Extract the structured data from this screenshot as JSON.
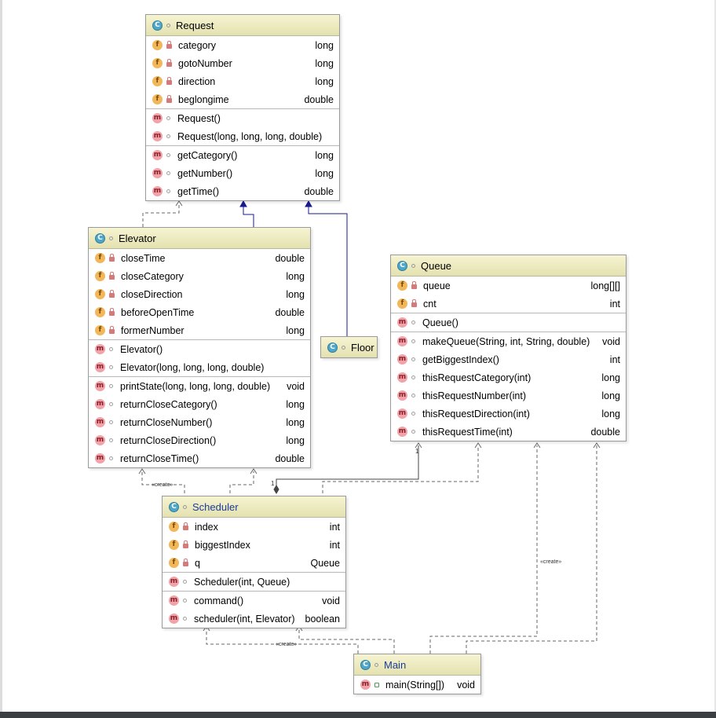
{
  "classes": {
    "request": {
      "name": "Request",
      "fields": [
        {
          "name": "category",
          "type": "long"
        },
        {
          "name": "gotoNumber",
          "type": "long"
        },
        {
          "name": "direction",
          "type": "long"
        },
        {
          "name": "beglongime",
          "type": "double"
        }
      ],
      "constructors": [
        {
          "name": "Request()",
          "type": ""
        },
        {
          "name": "Request(long, long, long, double)",
          "type": ""
        }
      ],
      "methods": [
        {
          "name": "getCategory()",
          "type": "long"
        },
        {
          "name": "getNumber()",
          "type": "long"
        },
        {
          "name": "getTime()",
          "type": "double"
        }
      ]
    },
    "elevator": {
      "name": "Elevator",
      "fields": [
        {
          "name": "closeTime",
          "type": "double"
        },
        {
          "name": "closeCategory",
          "type": "long"
        },
        {
          "name": "closeDirection",
          "type": "long"
        },
        {
          "name": "beforeOpenTime",
          "type": "double"
        },
        {
          "name": "formerNumber",
          "type": "long"
        }
      ],
      "constructors": [
        {
          "name": "Elevator()",
          "type": ""
        },
        {
          "name": "Elevator(long, long, long, double)",
          "type": ""
        }
      ],
      "methods": [
        {
          "name": "printState(long, long, long, double)",
          "type": "void"
        },
        {
          "name": "returnCloseCategory()",
          "type": "long"
        },
        {
          "name": "returnCloseNumber()",
          "type": "long"
        },
        {
          "name": "returnCloseDirection()",
          "type": "long"
        },
        {
          "name": "returnCloseTime()",
          "type": "double"
        }
      ]
    },
    "floor": {
      "name": "Floor"
    },
    "queue": {
      "name": "Queue",
      "fields": [
        {
          "name": "queue",
          "type": "long[][]"
        },
        {
          "name": "cnt",
          "type": "int"
        }
      ],
      "constructors": [
        {
          "name": "Queue()",
          "type": ""
        }
      ],
      "methods": [
        {
          "name": "makeQueue(String, int, String, double)",
          "type": "void"
        },
        {
          "name": "getBiggestIndex()",
          "type": "int"
        },
        {
          "name": "thisRequestCategory(int)",
          "type": "long"
        },
        {
          "name": "thisRequestNumber(int)",
          "type": "long"
        },
        {
          "name": "thisRequestDirection(int)",
          "type": "long"
        },
        {
          "name": "thisRequestTime(int)",
          "type": "double"
        }
      ]
    },
    "scheduler": {
      "name": "Scheduler",
      "fields": [
        {
          "name": "index",
          "type": "int"
        },
        {
          "name": "biggestIndex",
          "type": "int"
        },
        {
          "name": "q",
          "type": "Queue"
        }
      ],
      "constructors": [
        {
          "name": "Scheduler(int, Queue)",
          "type": ""
        }
      ],
      "methods": [
        {
          "name": "command()",
          "type": "void"
        },
        {
          "name": "scheduler(int, Elevator)",
          "type": "boolean"
        }
      ]
    },
    "main": {
      "name": "Main",
      "methods": [
        {
          "name": "main(String[])",
          "type": "void"
        }
      ]
    }
  },
  "edges": {
    "creates_label": "«create»",
    "queue_multiplicity": "1",
    "scheduler_multiplicity": "1"
  },
  "icons": {
    "class": "C",
    "field": "f",
    "method": "m"
  },
  "colors": {
    "header_top": "#f6f4d2",
    "header_bottom": "#e4e1b0",
    "inheritance_line": "#1a1a8c",
    "dependency_line": "#666666",
    "class_icon": "#4ea7c8",
    "field_icon": "#f2b75a",
    "method_icon": "#f0a3a8"
  }
}
